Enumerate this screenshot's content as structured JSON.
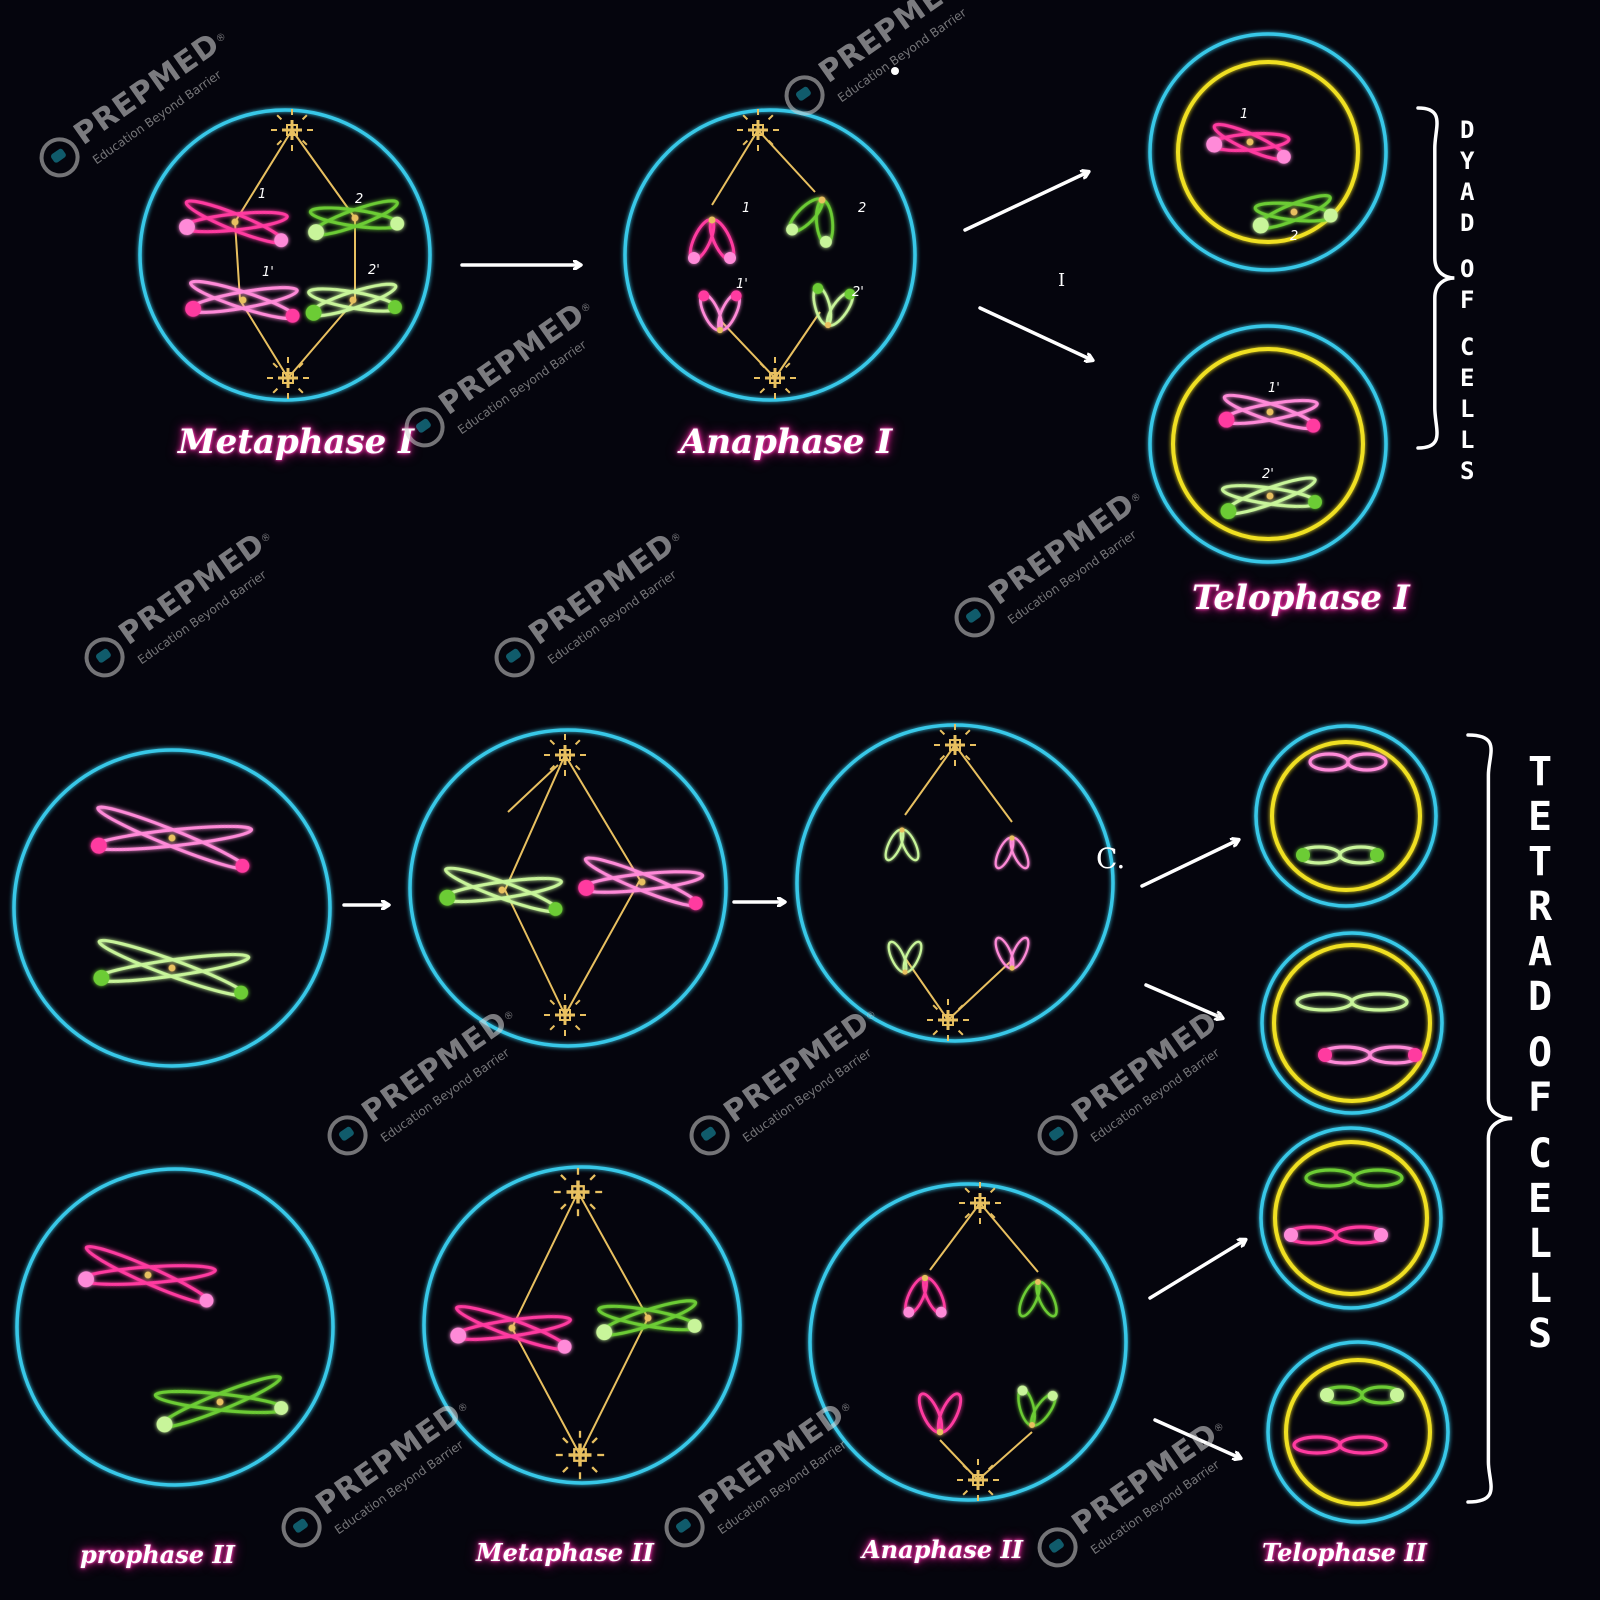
{
  "stages": {
    "metaphase1": "Metaphase I",
    "anaphase1": "Anaphase I",
    "telophase1": "Telophase I",
    "prophase2": "prophase II",
    "metaphase2": "Metaphase II",
    "anaphase2": "Anaphase II",
    "telophase2": "Telophase II"
  },
  "groups": {
    "dyad": [
      "DYAD",
      "OF",
      "CELLS"
    ],
    "tetrad": [
      "TETRAD",
      "OF",
      "CELLS"
    ]
  },
  "chromosome_numbers": {
    "meta1": [
      "1",
      "2",
      "1'",
      "2'"
    ],
    "ana1": [
      "1",
      "2",
      "1'",
      "2'"
    ],
    "telo1": [
      "1",
      "2",
      "1'",
      "2'"
    ]
  },
  "stray_marks": {
    "i_mark": "I",
    "c_mark": "C."
  },
  "watermark": {
    "brand": "PREPMED",
    "reg": "®",
    "tagline": "Education Beyond Barrier"
  },
  "colors": {
    "cell": "#38c8e8",
    "nucleus": "#f0e020",
    "pink_dark": "#ff3aa0",
    "pink_light": "#ff8ad8",
    "green_dark": "#6ccc34",
    "green_light": "#c8f59a",
    "spindle": "#e8c060",
    "arrow": "#ffffff",
    "background": "#05050d"
  }
}
